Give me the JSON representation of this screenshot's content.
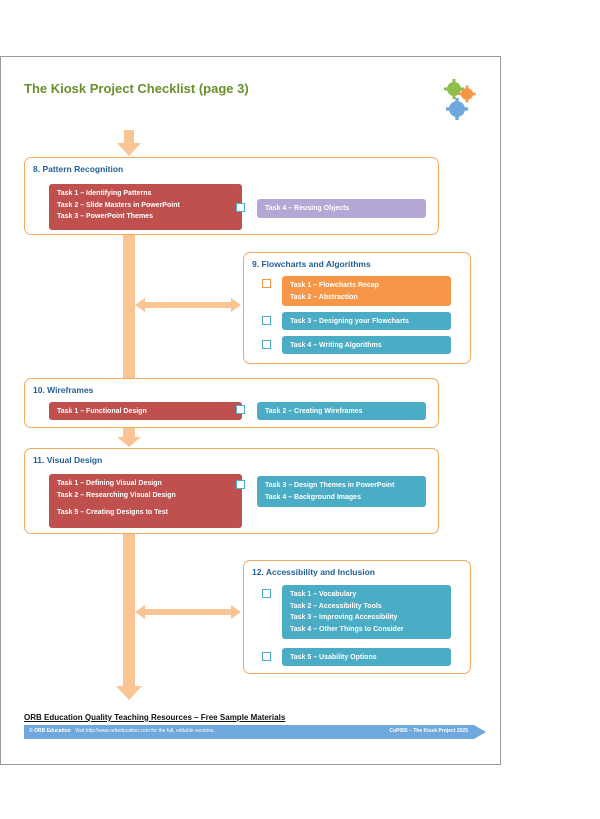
{
  "title": "The Kiosk Project Checklist (page 3)",
  "colors": {
    "title_green": "#6b8f2a",
    "section_border": "#f5a860",
    "section_title": "#1f5f97",
    "task_red": "#c0504d",
    "task_blue": "#4bacc6",
    "task_orange": "#f79646",
    "task_lilac": "#b4a7d6",
    "connector": "#fbc495"
  },
  "sections": {
    "s8": {
      "title": "8.  Pattern Recognition",
      "group1": [
        "Task 1 – Identifying Patterns",
        "Task 2 – Slide Masters in PowerPoint",
        "Task 3 – PowerPoint Themes"
      ],
      "group2": [
        "Task 4 – Reusing Objects"
      ]
    },
    "s9": {
      "title": "9.  Flowcharts and Algorithms",
      "group1": [
        "Task 1 – Flowcharts Recap",
        "Task 2 – Abstraction"
      ],
      "group2": [
        "Task 3 – Designing your Flowcharts"
      ],
      "group3": [
        "Task 4 – Writing Algorithms"
      ]
    },
    "s10": {
      "title": "10.  Wireframes",
      "group1": [
        "Task 1 – Functional Design"
      ],
      "group2": [
        "Task 2 – Creating Wireframes"
      ]
    },
    "s11": {
      "title": "11.  Visual Design",
      "group1": [
        "Task 1 – Defining Visual Design",
        "Task 2 – Researching Visual Design",
        "",
        "Task 5 – Creating Designs to Test"
      ],
      "group2": [
        "Task 3 – Design Themes in PowerPoint",
        "Task 4 – Background Images"
      ]
    },
    "s12": {
      "title": "12.  Accessibility and Inclusion",
      "group1": [
        "Task 1 – Vocabulary",
        "Task 2 – Accessibility Tools",
        "Task 3 – Improving Accessibility",
        "Task 4 – Other Things to Consider"
      ],
      "group2": [
        "Task 5 – Usability Options"
      ]
    }
  },
  "footer": {
    "title": "ORB Education Quality Teaching Resources – Free Sample Materials",
    "copyright": "© ORB Education",
    "visit": "Visit http://www.orbeducation.com for the full, editable versions.",
    "code": "CoP065 – The Kiosk Project 2025"
  }
}
